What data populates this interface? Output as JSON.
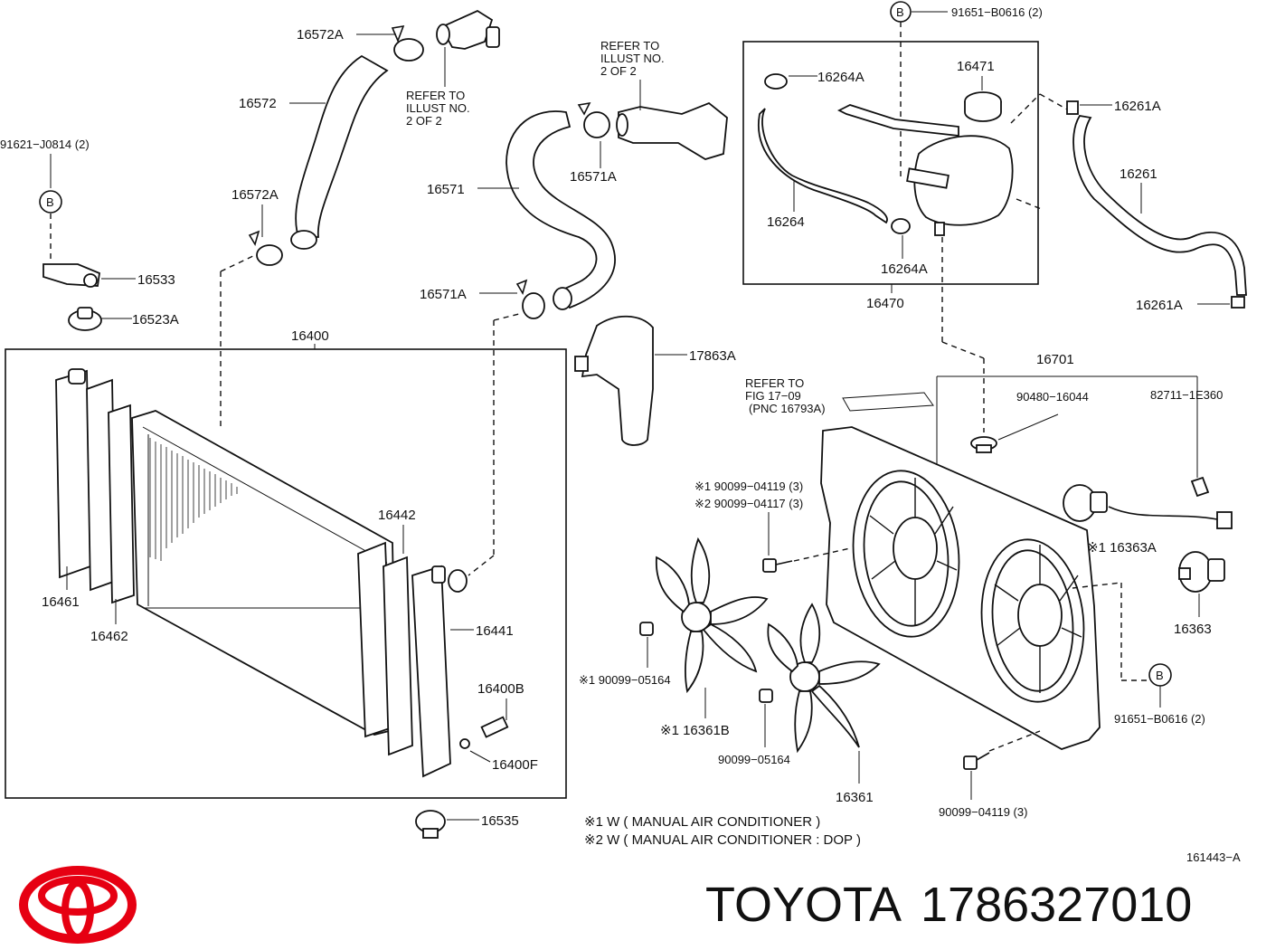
{
  "labels": {
    "p16572A_top": "16572A",
    "p16572": "16572",
    "p16572A_low": "16572A",
    "p91621": "91621−J0814 (2)",
    "b_left": "B",
    "p16533": "16533",
    "p16523A": "16523A",
    "refer_a_1": "REFER TO",
    "refer_a_2": "ILLUST NO.",
    "refer_a_3": "2 OF 2",
    "refer_b_1": "REFER TO",
    "refer_b_2": "ILLUST NO.",
    "refer_b_3": "2 OF 2",
    "p16571": "16571",
    "p16571A_top": "16571A",
    "p16571A_low": "16571A",
    "b_top": "B",
    "p91651_top": "91651−B0616 (2)",
    "p16264A_top": "16264A",
    "p16471": "16471",
    "p16261A_top": "16261A",
    "p16261": "16261",
    "p16264": "16264",
    "p16264A_low": "16264A",
    "p16470": "16470",
    "p16261A_low": "16261A",
    "p16400": "16400",
    "p17863A": "17863A",
    "p16701": "16701",
    "refer_fig_1": "REFER TO",
    "refer_fig_2": "FIG 17−09",
    "refer_fig_3": "(PNC 16793A)",
    "p90480": "90480−16044",
    "p82711": "82711−1E360",
    "p90099_04119_a": "※1 90099−04119 (3)",
    "p90099_04117": "※2 90099−04117 (3)",
    "p16363A": "※1 16363A",
    "p16442": "16442",
    "p16461": "16461",
    "p16462": "16462",
    "p16441": "16441",
    "p90099_05164_a": "※1 90099−05164",
    "p16363": "16363",
    "b_right": "B",
    "p91651_right": "91651−B0616 (2)",
    "p16400B": "16400B",
    "p16361B": "※1 16361B",
    "p90099_05164_b": "90099−05164",
    "p16400F": "16400F",
    "p16361": "16361",
    "p90099_04119_b": "90099−04119 (3)",
    "p16535": "16535",
    "note1": "※1 W ( MANUAL AIR CONDITIONER )",
    "note2": "※2 W ( MANUAL AIR CONDITIONER : DOP )",
    "illus_id": "161443−A"
  },
  "brand": {
    "name": "TOYOTA",
    "part_number": "1786327010",
    "logo_color": "#e60012"
  }
}
